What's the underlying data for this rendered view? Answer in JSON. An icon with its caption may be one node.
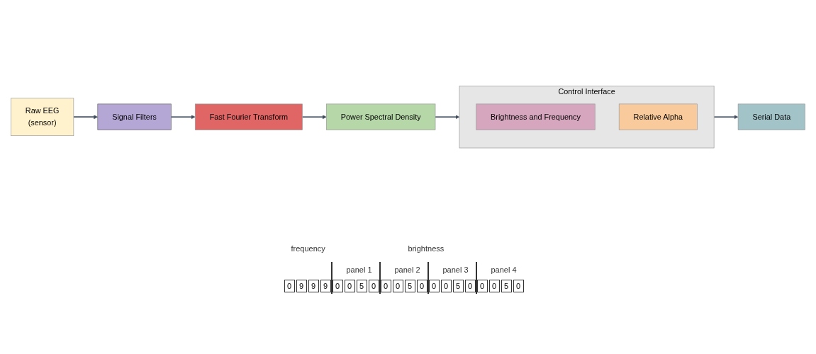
{
  "diagram": {
    "nodes": [
      {
        "text": [
          "Raw EEG",
          "(sensor)"
        ]
      },
      {
        "text": [
          "Signal Filters"
        ]
      },
      {
        "text": [
          "Fast Fourier Transform"
        ]
      },
      {
        "text": [
          "Power Spectral Density"
        ]
      },
      {
        "text": [
          "Control Interface"
        ]
      },
      {
        "text": [
          "Brightness and Frequency"
        ],
        "in": 4
      },
      {
        "text": [
          "Relative Alpha"
        ],
        "in": 4
      },
      {
        "text": [
          "Serial Data"
        ]
      }
    ],
    "edges": [
      {
        "from": 0,
        "to": 1,
        "arrow": "to"
      },
      {
        "from": 1,
        "to": 2,
        "arrow": "to"
      },
      {
        "from": 2,
        "to": 3,
        "arrow": "to"
      },
      {
        "from": 3,
        "to": 4,
        "arrow": "to"
      },
      {
        "from": 4,
        "to": 7,
        "arrow": "to"
      }
    ],
    "labels": [
      "frequency",
      "brightness",
      "panel 1",
      "panel 2",
      "panel 3",
      "panel 4",
      "0",
      "9",
      "9",
      "9",
      "0",
      "0",
      "5",
      "0",
      "0",
      "0",
      "5",
      "0",
      "0",
      "0",
      "5",
      "0",
      "0",
      "0",
      "5",
      "0"
    ]
  }
}
